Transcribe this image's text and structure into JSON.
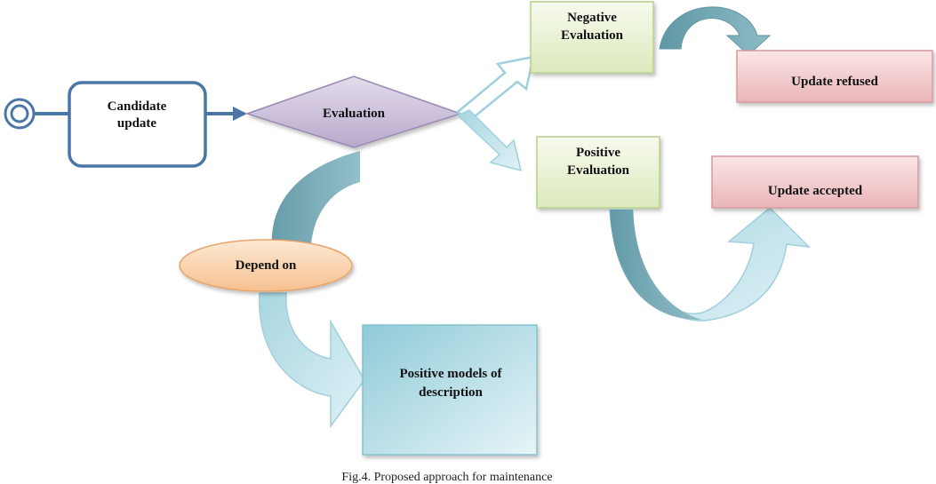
{
  "diagram": {
    "start_event": "",
    "candidate": {
      "line1": "Candidate",
      "line2": "update"
    },
    "evaluation": "Evaluation",
    "negative": {
      "line1": "Negative",
      "line2": "Evaluation"
    },
    "positive": {
      "line1": "Positive",
      "line2": "Evaluation"
    },
    "update_refused": "Update refused",
    "update_accepted": "Update accepted",
    "depend_on": "Depend on",
    "models": {
      "line1": "Positive models of",
      "line2": "description"
    }
  },
  "caption": "Fig.4. Proposed approach for maintenance",
  "colors": {
    "flow_blue": "#4a76a8",
    "diamond_fill": "#cfc3dd",
    "green_box": "#eef5dc",
    "red_box": "#f6d6d8",
    "orange_ellipse": "#fad9b8",
    "teal_box": "#a9d8e2",
    "arrow_teal": "#6aa1ad",
    "arrow_light": "#bfe3ec"
  }
}
